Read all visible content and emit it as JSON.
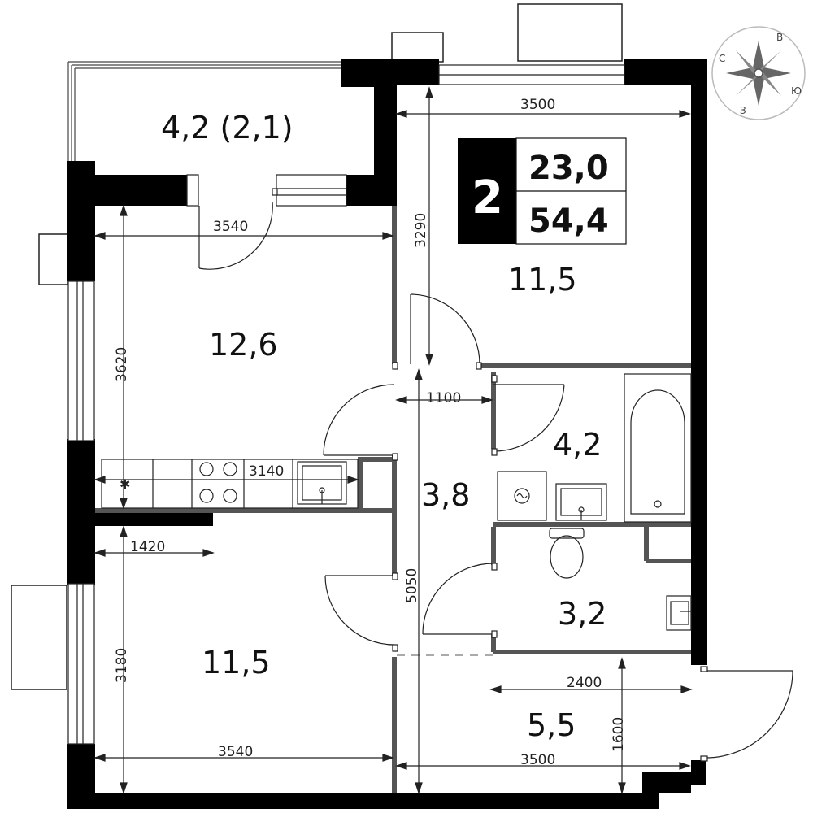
{
  "badge": {
    "rooms": "2",
    "living_area": "23,0",
    "total_area": "54,4"
  },
  "rooms": {
    "balcony": "4,2 (2,1)",
    "room_upper_right": "11,5",
    "room_kitchen": "12,6",
    "bathroom": "4,2",
    "hallway": "3,8",
    "wc": "3,2",
    "room_lower_left": "11,5",
    "hall_lower": "5,5"
  },
  "dimensions": {
    "d_3500_top": "3500",
    "d_3290": "3290",
    "d_3540_upper": "3540",
    "d_3620": "3620",
    "d_1100": "1100",
    "d_3140": "3140",
    "d_1420": "1420",
    "d_5050": "5050",
    "d_3180": "3180",
    "d_2400": "2400",
    "d_1600": "1600",
    "d_3540_lower": "3540",
    "d_3500_bottom": "3500"
  },
  "compass": {
    "north": "С",
    "east": "В",
    "south": "Ю",
    "west": "З"
  }
}
